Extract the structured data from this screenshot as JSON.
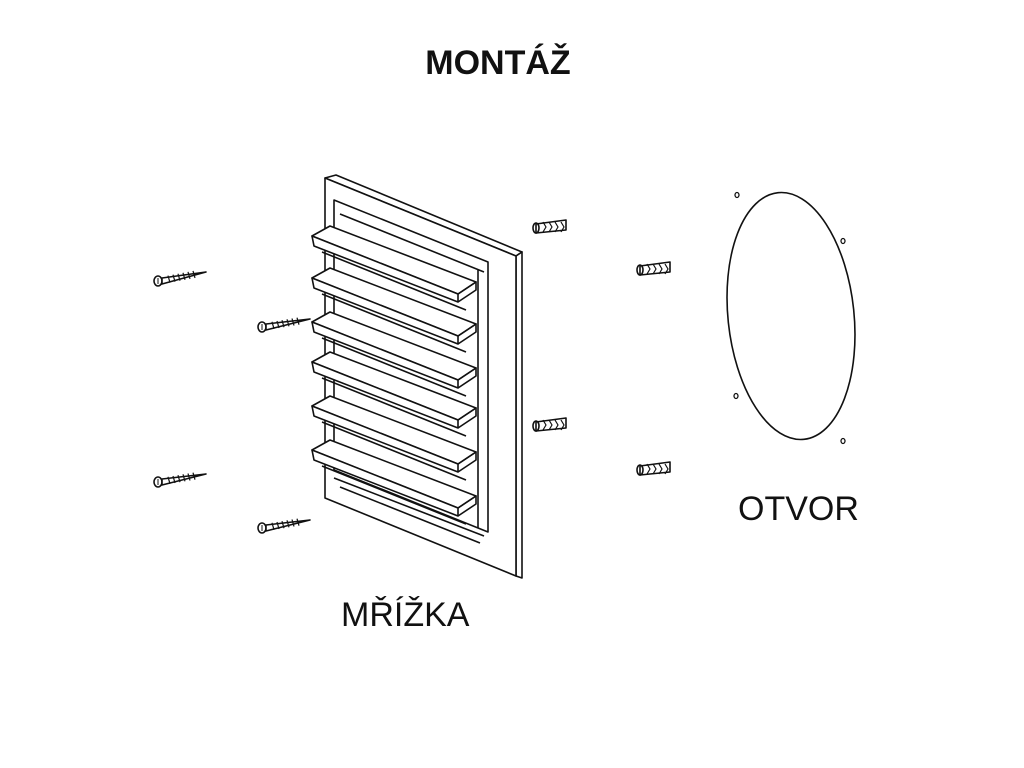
{
  "title": "MONTÁŽ",
  "labels": {
    "grille": "MŘÍŽKA",
    "hole": "OTVOR"
  },
  "colors": {
    "line": "#111111",
    "background": "#ffffff"
  }
}
